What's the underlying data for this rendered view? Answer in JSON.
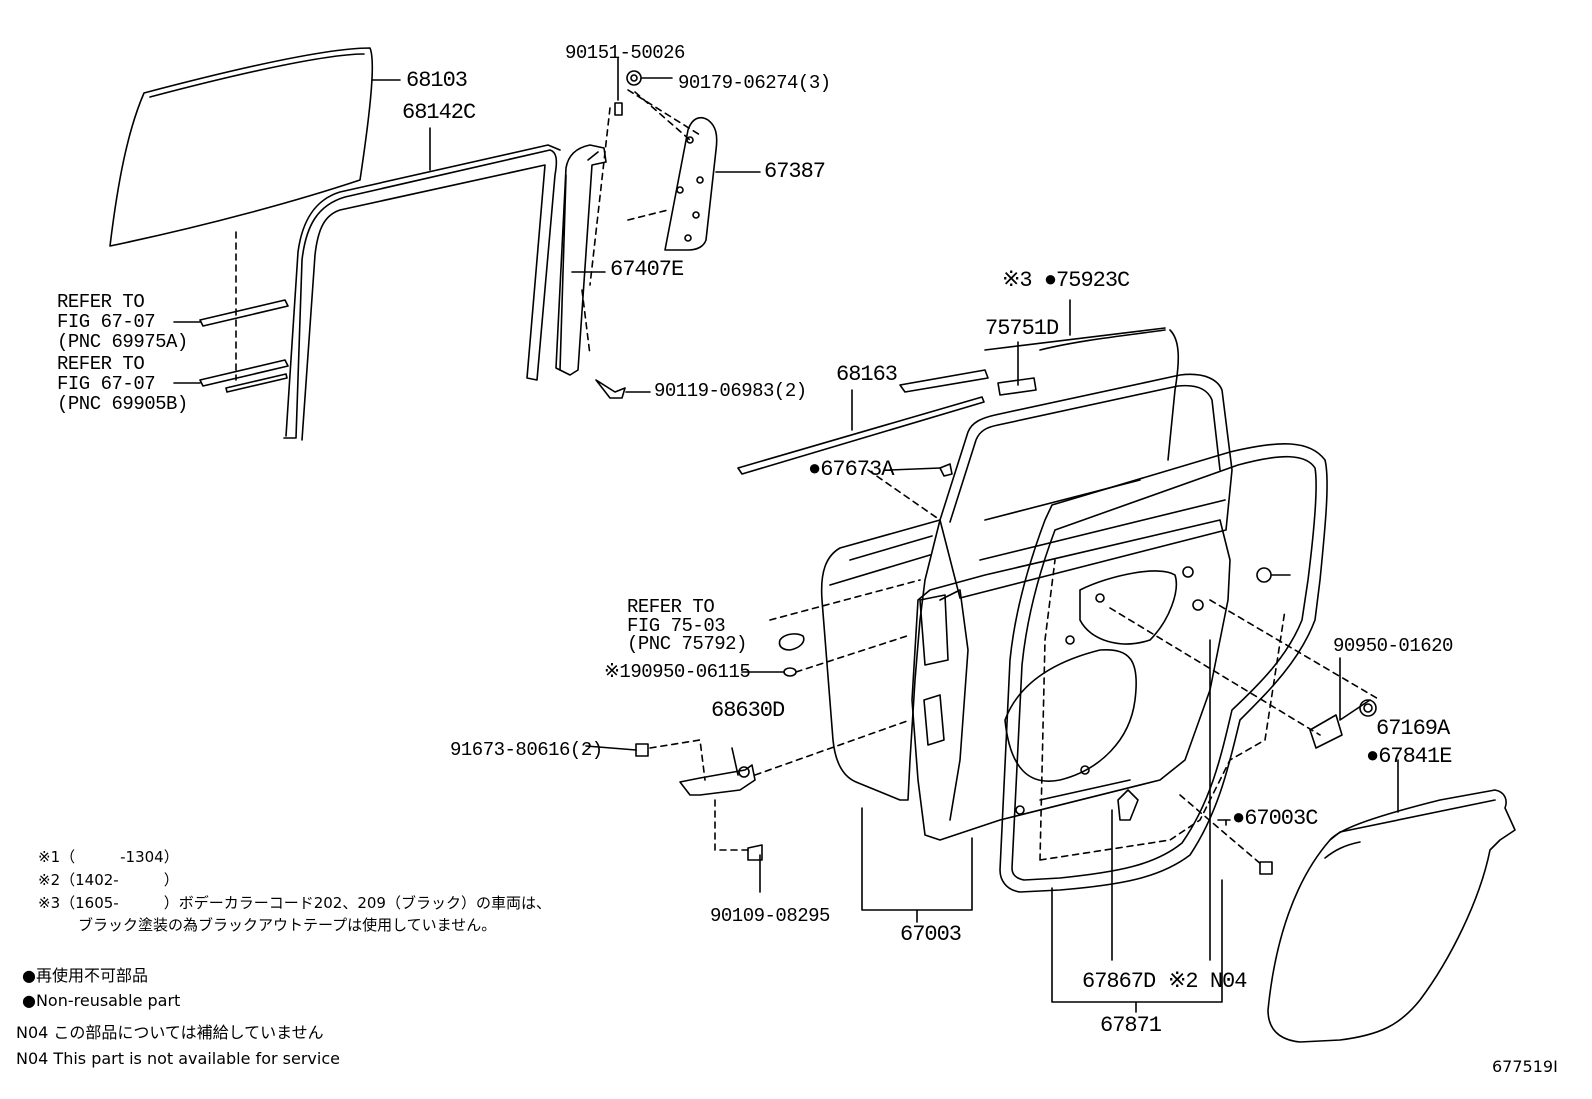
{
  "parts": {
    "p68103": "68103",
    "p68142C": "68142C",
    "p90151": "90151-50026",
    "p90179": "90179-06274(3)",
    "p67387": "67387",
    "p67407E": "67407E",
    "p90119": "90119-06983(2)",
    "p75923C": "※3 ●75923C",
    "p75751D": "75751D",
    "p68163": "68163",
    "p67673A": "●67673A",
    "p90950_06115": "※190950-06115",
    "p68630D": "68630D",
    "p91673": "91673-80616(2)",
    "p90109": "90109-08295",
    "p67003": "67003",
    "p90950_01620": "90950-01620",
    "p67169A": "67169A",
    "p67841E": "●67841E",
    "p67003C": "●67003C",
    "p67867D": "67867D",
    "p_n04": "※2 N04",
    "p67871": "67871"
  },
  "refers": {
    "ref1": [
      "REFER TO",
      "FIG 67-07",
      "(PNC 69975A)"
    ],
    "ref2": [
      "REFER TO",
      "FIG 67-07",
      "(PNC 69905B)"
    ],
    "ref3": [
      "REFER TO",
      "FIG 75-03",
      "(PNC 75792)"
    ]
  },
  "notes": {
    "n1": "※1（　　　-1304）",
    "n2": "※2（1402-　　　）",
    "n3": "※3（1605-　　　）ボデーカラーコード202、209（ブラック）の車両は、",
    "n3b": "ブラック塗装の為ブラックアウトテープは使用していません。"
  },
  "legend": {
    "nonreuse_jp": "●再使用不可部品",
    "nonreuse_en": "●Non-reusable part",
    "n04_jp": "N04 この部品については補給していません",
    "n04_en": "N04 This part is not available for service"
  },
  "figure_id": "677519I"
}
